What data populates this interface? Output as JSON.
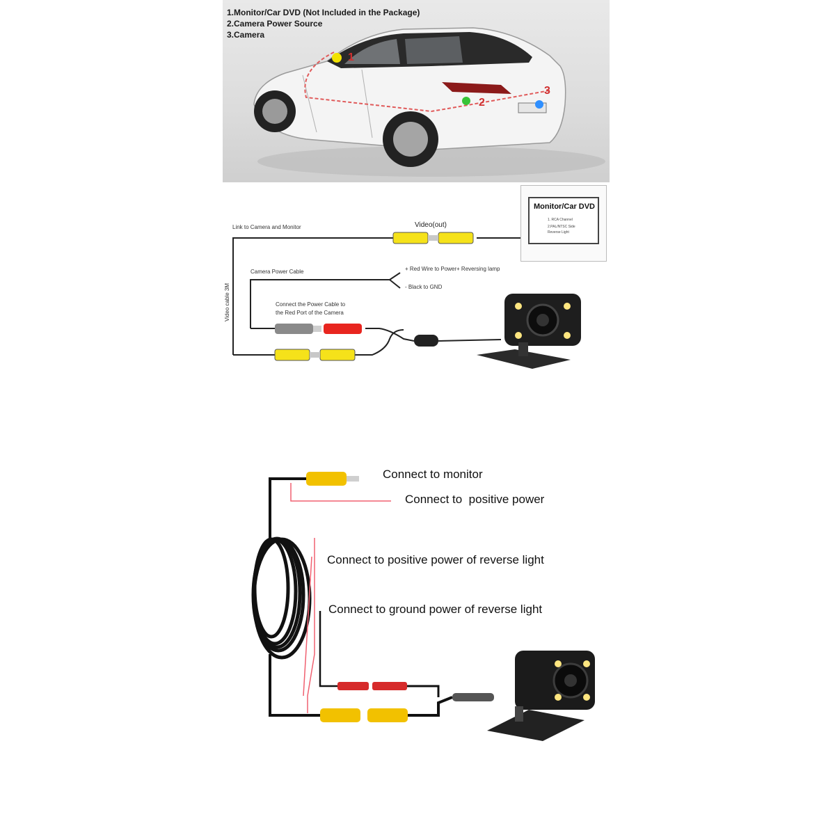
{
  "car_panel": {
    "legend": [
      "1.Monitor/Car DVD (Not Included in the Package)",
      "2.Camera Power Source",
      "3.Camera"
    ],
    "markers": [
      "1",
      "2",
      "3"
    ],
    "marker_colors": {
      "monitor": "#f2e200",
      "power": "#37c437",
      "camera": "#2f8fff",
      "route": "#e05a5a"
    }
  },
  "wiring_panel": {
    "link_label": "Link to Camera and Monitor",
    "video_out_label": "Video(out)",
    "monitor_title": "Monitor/Car DVD",
    "monitor_lines": [
      "1. RCA Channel",
      "2.PAL/NTSC Side",
      "Reverse Light"
    ],
    "power_cable_label": "Camera Power Cable",
    "red_wire_label": "+ Red Wire to Power+  Reversing lamp",
    "black_wire_label": "- Black to GND",
    "connect_note": [
      "Connect the Power Cable to",
      "the Red Port of the Camera"
    ],
    "video_cable_label": "Video cable 3M",
    "colors": {
      "yellow": "#f5e21a",
      "red": "#e8251f",
      "grey": "#8a8a8a",
      "wire": "#222222"
    }
  },
  "cable_panel": {
    "labels": {
      "monitor": "Connect to monitor",
      "positive_power": "Connect to  positive power",
      "reverse_positive": "Connect to positive power of reverse light",
      "reverse_ground": "Connect to ground power of reverse light"
    },
    "colors": {
      "wire_red": "#f06070",
      "rca_yellow": "#f2c100",
      "cable": "#111111"
    }
  }
}
